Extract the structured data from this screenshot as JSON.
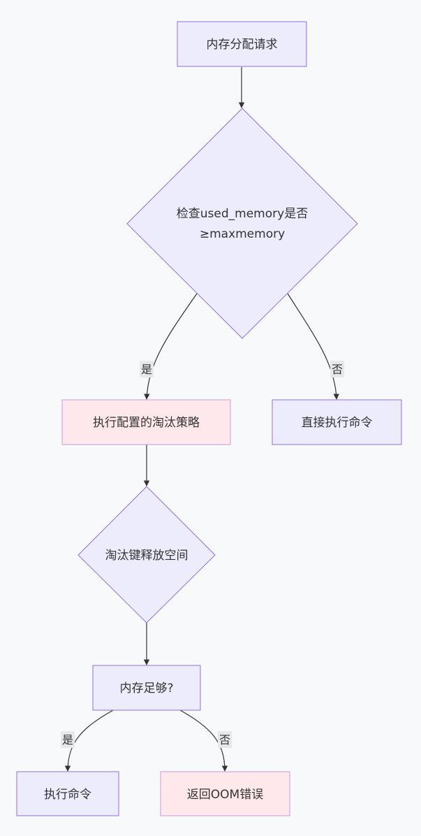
{
  "diagram": {
    "nodes": {
      "request": {
        "label": "内存分配请求"
      },
      "check": {
        "line1": "检查used_memory是否",
        "line2": "≥maxmemory"
      },
      "policy": {
        "label": "执行配置的淘汰策略"
      },
      "direct": {
        "label": "直接执行命令"
      },
      "evict": {
        "label": "淘汰键释放空间"
      },
      "enough": {
        "label": "内存足够?"
      },
      "execute": {
        "label": "执行命令"
      },
      "oom": {
        "label": "返回OOM错误"
      }
    },
    "edges": {
      "check_yes": "是",
      "check_no": "否",
      "enough_yes": "是",
      "enough_no": "否"
    }
  },
  "colors": {
    "node_fill": "#ececfd",
    "node_stroke": "#9370db",
    "alert_fill": "#ffe8ec",
    "alert_stroke": "#c79ad8",
    "edge_stroke": "#333333",
    "label_bg": "#e8e8e8",
    "background": "#f8f9fb"
  }
}
